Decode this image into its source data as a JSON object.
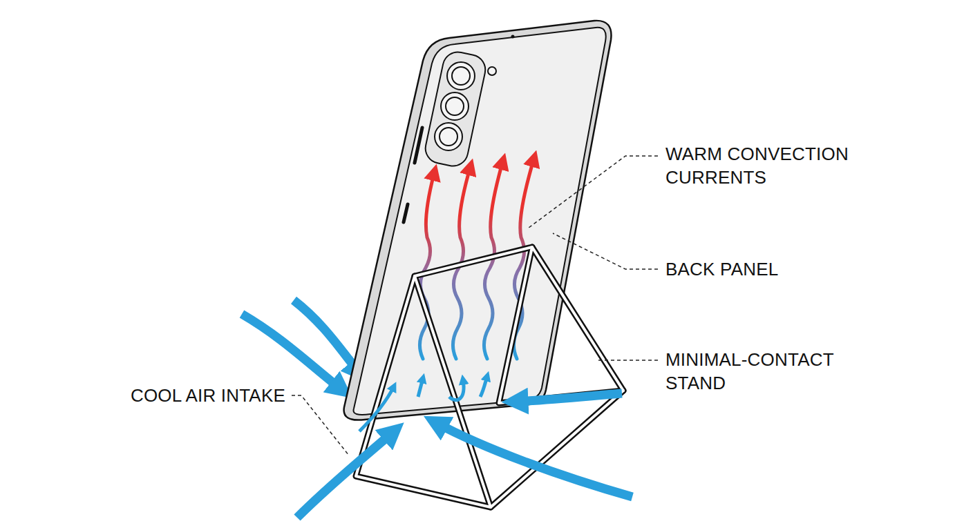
{
  "diagram": {
    "labels": [
      "WARM CONVECTION CURRENTS",
      "BACK PANEL",
      "MINIMAL-CONTACT STAND",
      "COOL AIR INTAKE"
    ]
  }
}
